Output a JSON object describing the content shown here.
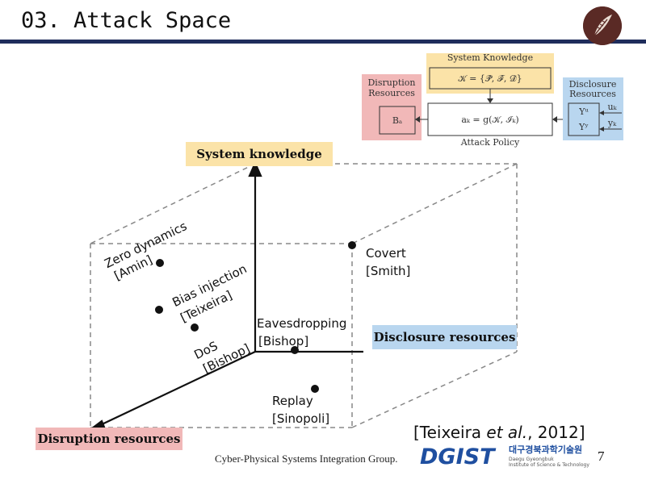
{
  "slide": {
    "title": "03. Attack Space",
    "page_number": "7",
    "footer": "Cyber-Physical Systems Integration Group."
  },
  "axes": {
    "vertical": "System knowledge",
    "horizontal": "Disclosure resources",
    "diagonal": "Disruption resources"
  },
  "attacks": {
    "zero_dynamics": {
      "name": "Zero dynamics",
      "ref": "[Amin]"
    },
    "bias_injection": {
      "name": "Bias injection",
      "ref": "[Teixeira]"
    },
    "dos": {
      "name": "DoS",
      "ref": "[Bishop]"
    },
    "covert": {
      "name": "Covert",
      "ref": "[Smith]"
    },
    "eavesdropping": {
      "name": "Eavesdropping",
      "ref": "[Bishop]"
    },
    "replay": {
      "name": "Replay",
      "ref": "[Sinopoli]"
    }
  },
  "citation": {
    "authors": "[Teixeira ",
    "etal": "et al.",
    "year": ", 2012]"
  },
  "inset": {
    "system_knowledge": "System Knowledge",
    "k_formula": "𝒦 = {𝒫̂, ℱ̂, 𝒟̂}",
    "disruption_line1": "Disruption",
    "disruption_line2": "Resources",
    "b_a": "Bₐ",
    "policy_formula": "aₖ = g(𝒦, ℐₖ)",
    "attack_policy": "Attack Policy",
    "disclosure_line1": "Disclosure",
    "disclosure_line2": "Resources",
    "u_k": "uₖ",
    "y_k": "yₖ",
    "upsilon_u": "Υᵘ",
    "upsilon_y": "Υʸ"
  },
  "logo": {
    "main": "DGIST",
    "korean": "대구경북과학기술원",
    "english_line1": "Daegu Gyeongbuk",
    "english_line2": "Institute of Science & Technology"
  },
  "colors": {
    "knowledge": "#fbe3a8",
    "disclosure": "#b9d6ef",
    "disruption": "#f1b8b8",
    "title_rule": "#1f2d5c",
    "logo_blue": "#1f4fa0"
  }
}
